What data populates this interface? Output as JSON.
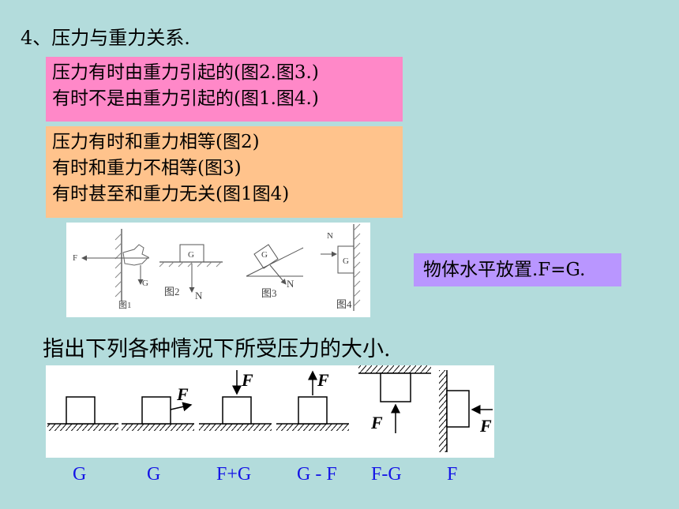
{
  "title": "4、压力与重力关系.",
  "pink_box": {
    "line1": "压力有时由重力引起的(图2.图3.)",
    "line2": "有时不是由重力引起的(图1.图4.)"
  },
  "orange_box": {
    "line1": "压力有时和重力相等(图2)",
    "line2": "有时和重力不相等(图3)",
    "line3": "有时甚至和重力无关(图1图4)"
  },
  "purple_box": "物体水平放置.F=G.",
  "top_figure": {
    "fig1": {
      "force_label": "F",
      "weight_label": "G",
      "caption": "图1"
    },
    "fig2": {
      "block_label": "G",
      "caption": "图2",
      "normal_label": "N"
    },
    "fig3": {
      "block_label": "G",
      "caption": "图3",
      "normal_label": "N"
    },
    "fig4": {
      "normal_label": "N",
      "block_label": "G",
      "caption": "图4"
    }
  },
  "question": "指出下列各种情况下所受压力的大小.",
  "bottom_figure": {
    "force_label": "F"
  },
  "answers": [
    "G",
    "G",
    "F+G",
    "G - F",
    "F-G",
    "F"
  ],
  "colors": {
    "background": "#b3dcdc",
    "pink": "#ff88c8",
    "orange": "#ffc38c",
    "purple": "#b996ff",
    "answer": "#1414e6"
  }
}
